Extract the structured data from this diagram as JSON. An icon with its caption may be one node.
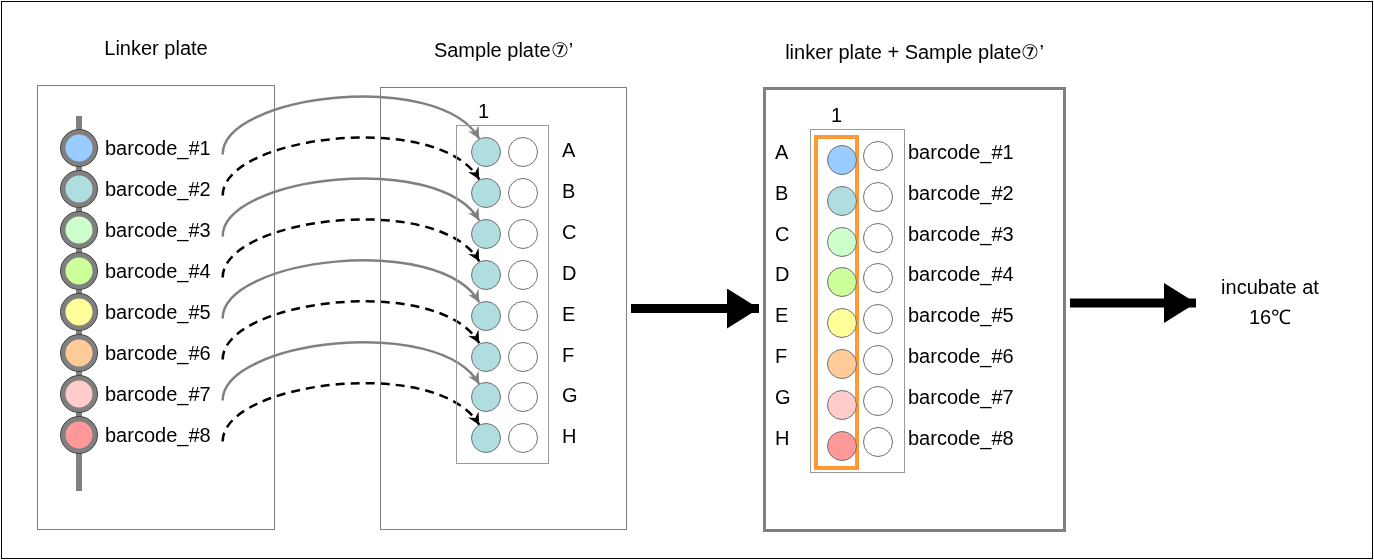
{
  "diagram": {
    "nodes": [
      {
        "text": [
          "Linker plate"
        ]
      },
      {
        "text": [
          "barcode_#1"
        ],
        "in": 0
      },
      {
        "text": [
          "barcode_#2"
        ],
        "in": 0
      },
      {
        "text": [
          "barcode_#3"
        ],
        "in": 0
      },
      {
        "text": [
          "barcode_#4"
        ],
        "in": 0
      },
      {
        "text": [
          "barcode_#5"
        ],
        "in": 0
      },
      {
        "text": [
          "barcode_#6"
        ],
        "in": 0
      },
      {
        "text": [
          "barcode_#7"
        ],
        "in": 0
      },
      {
        "text": [
          "barcode_#8"
        ],
        "in": 0
      },
      {
        "text": [
          "Sample plate⑦’"
        ]
      },
      {
        "text": [
          "1"
        ],
        "in": 9
      },
      {
        "text": [],
        "shape": "circle",
        "in": 10
      },
      {
        "text": [],
        "shape": "circle",
        "in": 10
      },
      {
        "text": [],
        "shape": "circle",
        "in": 10
      },
      {
        "text": [],
        "shape": "circle",
        "in": 10
      },
      {
        "text": [],
        "shape": "circle",
        "in": 10
      },
      {
        "text": [],
        "shape": "circle",
        "in": 10
      },
      {
        "text": [],
        "shape": "circle",
        "in": 10
      },
      {
        "text": [],
        "shape": "circle",
        "in": 10
      },
      {
        "text": [],
        "shape": "circle",
        "in": 10
      },
      {
        "text": [],
        "shape": "circle",
        "in": 10
      },
      {
        "text": [],
        "shape": "circle",
        "in": 10
      },
      {
        "text": [],
        "shape": "circle",
        "in": 10
      },
      {
        "text": [],
        "shape": "circle",
        "in": 10
      },
      {
        "text": [],
        "shape": "circle",
        "in": 10
      },
      {
        "text": [],
        "shape": "circle",
        "in": 10
      },
      {
        "text": [],
        "shape": "circle",
        "in": 10
      },
      {
        "text": [
          "linker plate + Sample plate⑦’"
        ]
      },
      {
        "text": [
          "1"
        ],
        "in": 27
      },
      {
        "text": [],
        "shape": "box",
        "in": 28
      },
      {
        "text": [],
        "shape": "circle",
        "in": 29
      },
      {
        "text": [],
        "shape": "circle",
        "in": 29
      },
      {
        "text": [],
        "shape": "circle",
        "in": 29
      },
      {
        "text": [],
        "shape": "circle",
        "in": 29
      },
      {
        "text": [],
        "shape": "circle",
        "in": 29
      },
      {
        "text": [],
        "shape": "circle",
        "in": 29
      },
      {
        "text": [],
        "shape": "circle",
        "in": 29
      },
      {
        "text": [],
        "shape": "circle",
        "in": 29
      },
      {
        "text": [],
        "shape": "circle",
        "in": 28
      },
      {
        "text": [],
        "shape": "circle",
        "in": 28
      },
      {
        "text": [],
        "shape": "circle",
        "in": 28
      },
      {
        "text": [],
        "shape": "circle",
        "in": 28
      },
      {
        "text": [],
        "shape": "circle",
        "in": 28
      },
      {
        "text": [],
        "shape": "circle",
        "in": 28
      },
      {
        "text": [],
        "shape": "circle",
        "in": 28
      },
      {
        "text": [],
        "shape": "circle",
        "in": 28
      },
      {
        "text": [
          "incubate at 16℃"
        ]
      }
    ],
    "edges": [
      {
        "from": 1,
        "to": 11,
        "arrow": "to",
        "color": "#808080"
      },
      {
        "from": 2,
        "to": 13,
        "arrow": "to",
        "style": "dashed"
      },
      {
        "from": 3,
        "to": 15,
        "arrow": "to",
        "color": "#808080"
      },
      {
        "from": 4,
        "to": 17,
        "arrow": "to",
        "style": "dashed"
      },
      {
        "from": 5,
        "to": 19,
        "arrow": "to",
        "color": "#808080"
      },
      {
        "from": 6,
        "to": 21,
        "arrow": "to",
        "style": "dashed"
      },
      {
        "from": 7,
        "to": 23,
        "arrow": "to",
        "color": "#808080"
      },
      {
        "from": 8,
        "to": 25,
        "arrow": "to",
        "style": "dashed"
      },
      {
        "from": 9,
        "to": 27,
        "arrow": "to",
        "style": "thick"
      },
      {
        "from": 27,
        "to": 46,
        "arrow": "to",
        "style": "thick"
      }
    ],
    "labels": [
      "A",
      "B",
      "C",
      "D",
      "E",
      "F",
      "G",
      "H",
      "A",
      "barcode_#1",
      "B",
      "barcode_#2",
      "C",
      "barcode_#3",
      "D",
      "barcode_#4",
      "E",
      "barcode_#5",
      "F",
      "barcode_#6",
      "G",
      "barcode_#7",
      "H",
      "barcode_#8"
    ]
  }
}
